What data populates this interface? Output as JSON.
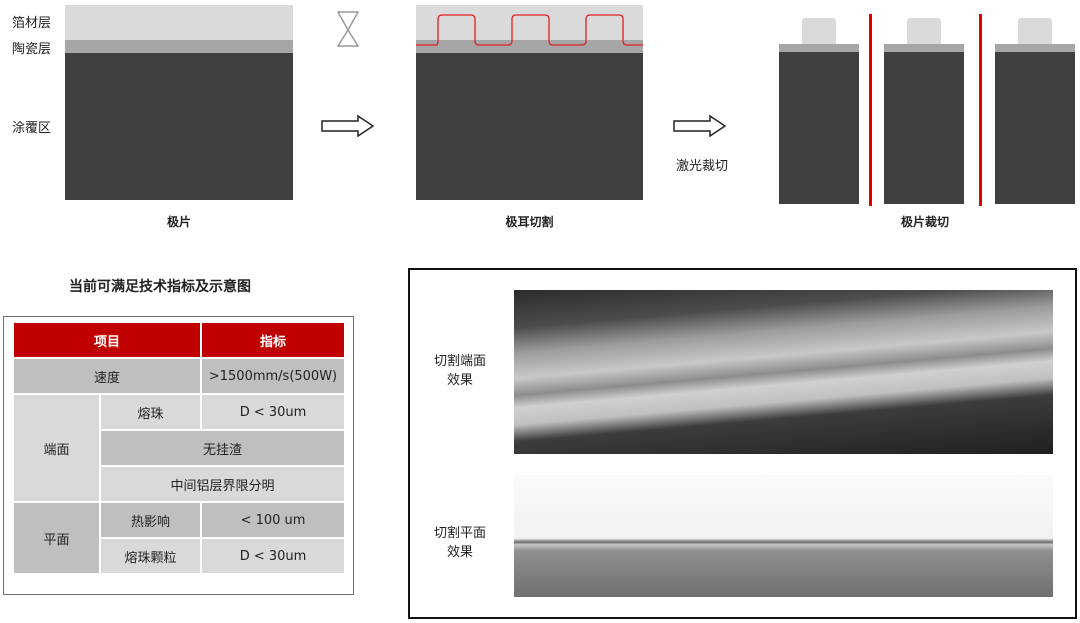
{
  "stage1": {
    "foil_label": "箔材层",
    "ceramic_label": "陶瓷层",
    "coating_label": "涂覆区",
    "caption": "极片"
  },
  "stage2": {
    "caption": "极耳切割"
  },
  "stage3": {
    "arrow_label": "激光裁切",
    "caption": "极片裁切"
  },
  "table": {
    "title": "当前可满足技术指标及示意图",
    "headers": [
      "项目",
      "指标"
    ],
    "speed": {
      "item": "速度",
      "value": ">1500mm/s(500W)"
    },
    "end_face": {
      "group": "端面",
      "bead": "熔珠",
      "bead_value": "D < 30um",
      "no_slag": "无挂渣",
      "layers": "中间铝层界限分明"
    },
    "plane": {
      "group": "平面",
      "haz": "热影响",
      "haz_value": "< 100 um",
      "particles": "熔珠颗粒",
      "particles_value": "D < 30um"
    }
  },
  "photos": {
    "end_label": "切割端面\n效果",
    "plane_label": "切割平面\n效果"
  },
  "colors": {
    "red": "#c00000",
    "coating": "#404040",
    "foil": "#dadada",
    "ceramic": "#a6a6a6"
  }
}
